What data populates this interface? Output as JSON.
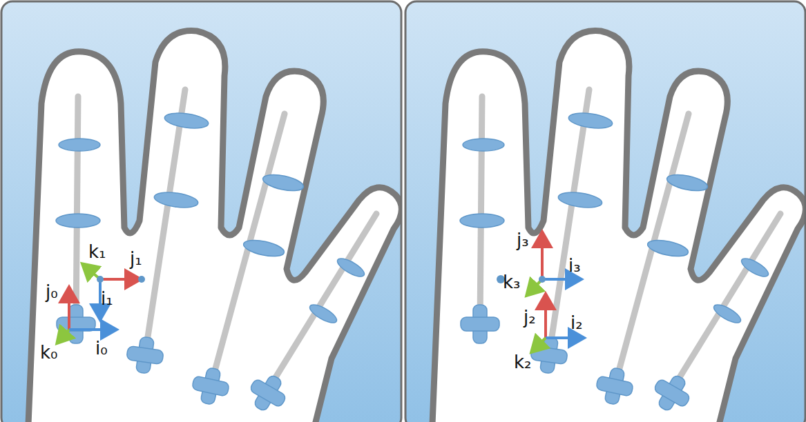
{
  "diagram": {
    "labels": [
      "j₀",
      "k₀",
      "i₀",
      "k₁",
      "j₁",
      "i₁",
      "j₃",
      "i₃",
      "k₃",
      "j₂",
      "i₂",
      "k₂"
    ]
  }
}
